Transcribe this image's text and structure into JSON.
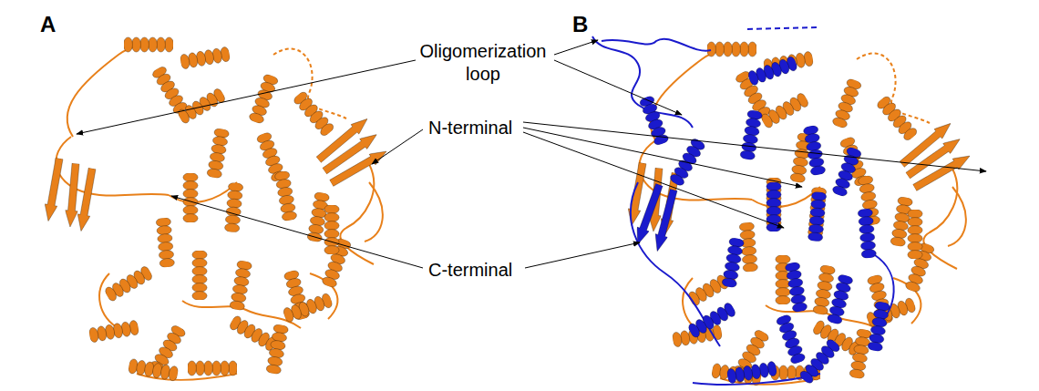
{
  "diagram": {
    "labels": [
      "A",
      "B",
      "Oligomerization loop",
      "N-terminal",
      "C-terminal"
    ]
  }
}
